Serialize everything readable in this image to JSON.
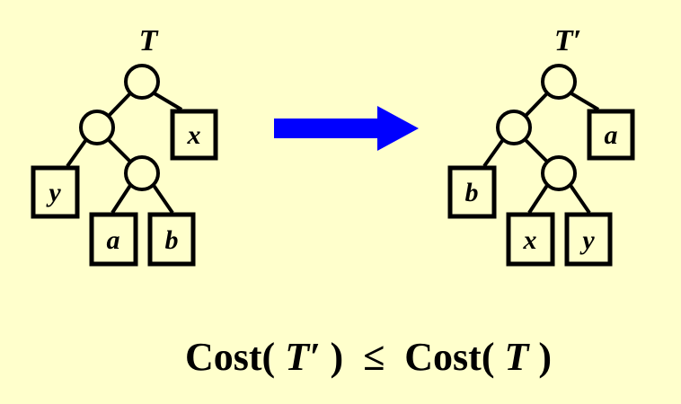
{
  "left_tree": {
    "title": "T",
    "leaves": [
      "y",
      "a",
      "b",
      "x"
    ]
  },
  "right_tree": {
    "title": "T′",
    "leaves": [
      "b",
      "x",
      "y",
      "a"
    ]
  },
  "arrow_color": "#0000FF",
  "formula": {
    "cost1": "Cost(",
    "t1": "T′",
    "close1": ")",
    "leq": "≤",
    "cost2": "Cost(",
    "t2": "T",
    "close2": ")"
  }
}
